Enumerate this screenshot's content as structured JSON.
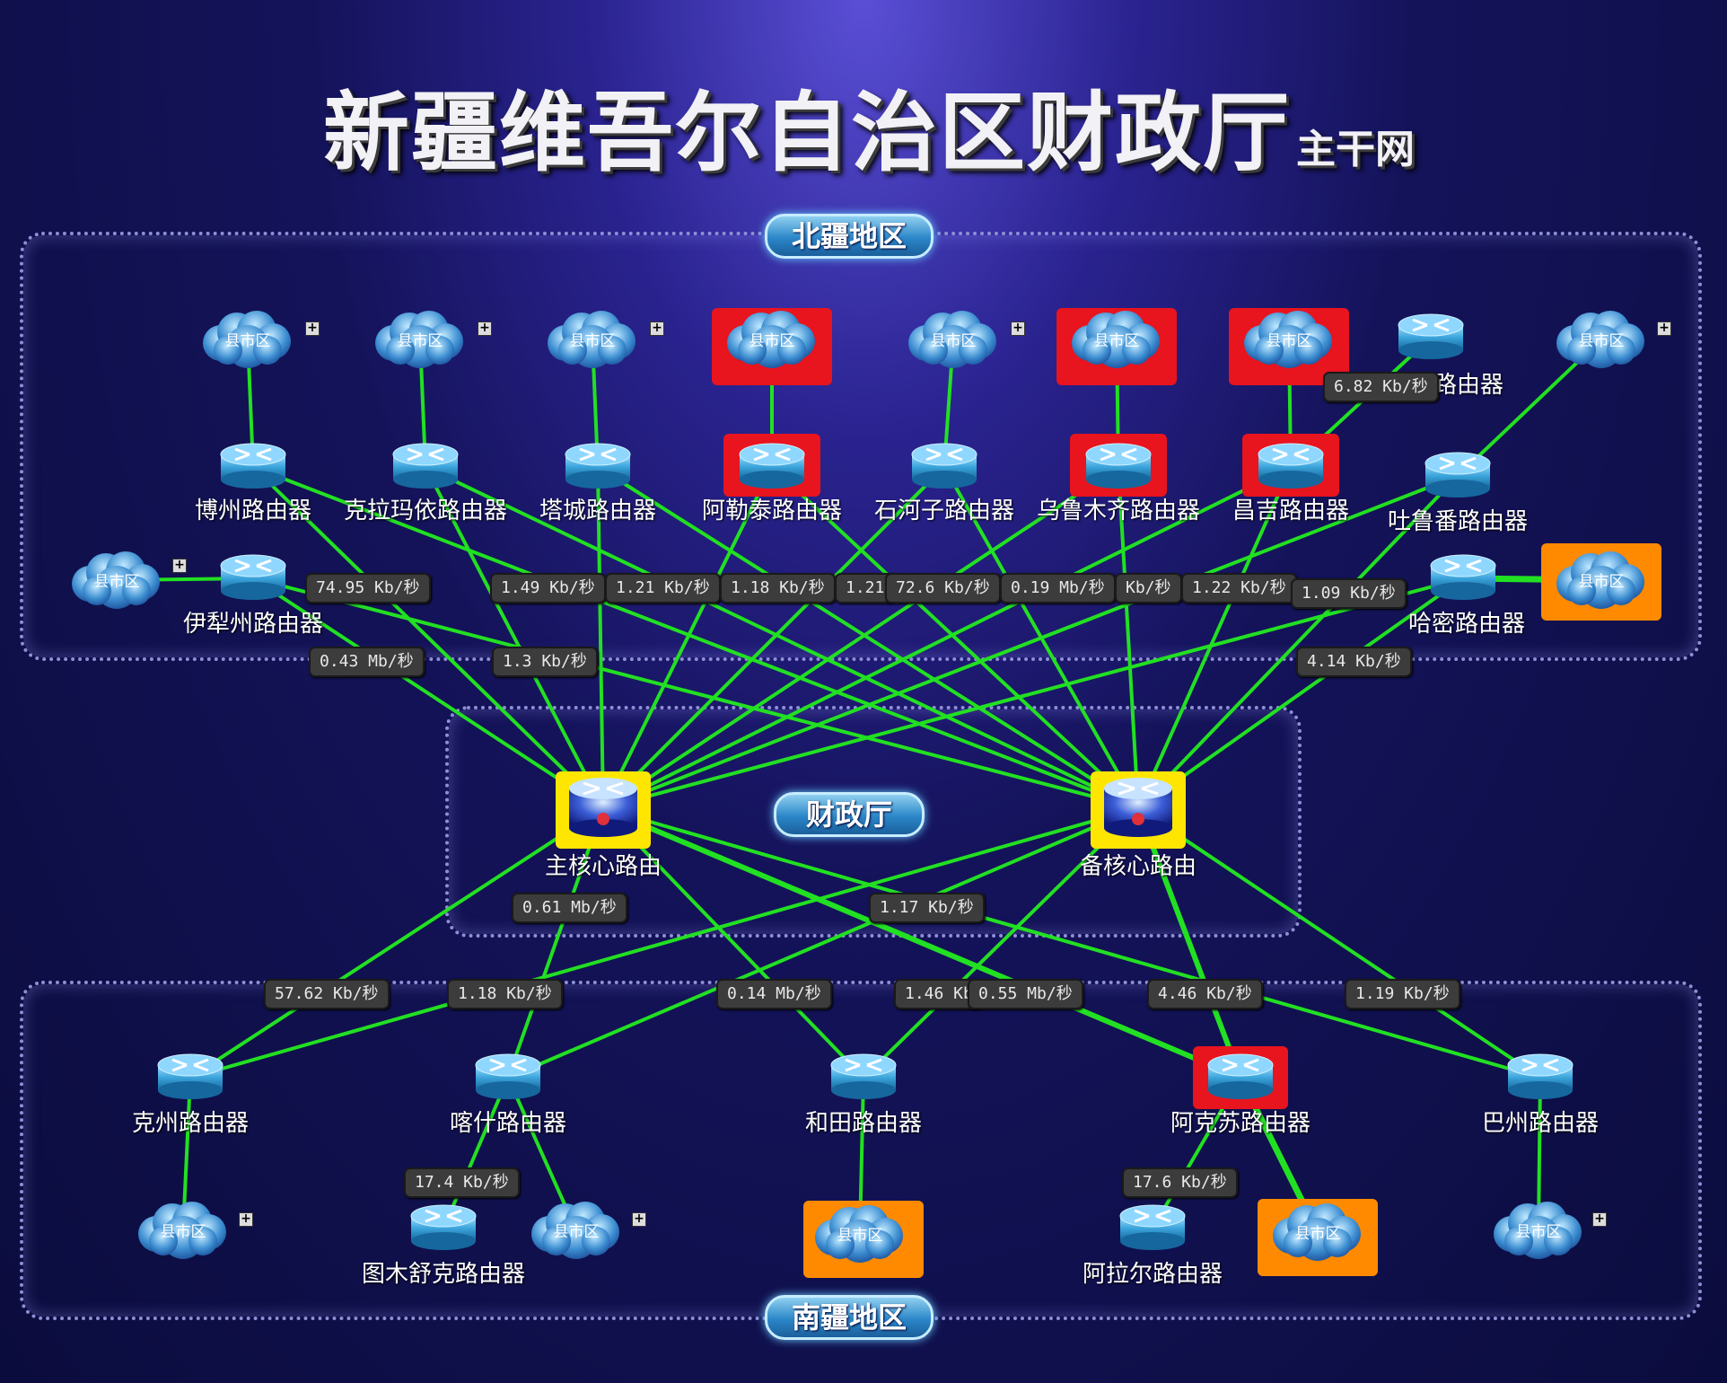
{
  "title": {
    "main": "新疆维吾尔自治区财政厅",
    "sub": "主干网"
  },
  "regions": {
    "north": "北疆地区",
    "center": "财政厅",
    "south": "南疆地区"
  },
  "colors": {
    "link": "#22e022",
    "alarm_red": "#e8141e",
    "warn_orange": "#ff8a00",
    "core_yellow": "#ffe600",
    "router_blue": "#3fa9d8"
  },
  "cloud_label": "县市区",
  "nodes": {
    "core_main": "主核心路由",
    "core_backup": "备核心路由",
    "bozhou": "博州路由器",
    "kelamayi": "克拉玛依路由器",
    "tacheng": "塔城路由器",
    "aletai": "阿勒泰路由器",
    "shihezi": "石河子路由器",
    "wulumuqi": "乌鲁木齐路由器",
    "changji": "昌吉路由器",
    "tulufan": "吐鲁番路由器",
    "yili": "伊犁州路由器",
    "hami": "哈密路由器",
    "top_right_router": "路由器",
    "kezhou": "克州路由器",
    "kashi": "喀什路由器",
    "hetian": "和田路由器",
    "akesu": "阿克苏路由器",
    "bazhou": "巴州路由器",
    "tumushuke": "图木舒克路由器",
    "alaer": "阿拉尔路由器"
  },
  "rates": [
    "6.82 Kb/秒",
    "74.95 Kb/秒",
    "1.49 Kb/秒",
    "1.21 Kb/秒",
    "1.18 Kb/秒",
    "1.21",
    "72.6 Kb/秒",
    "0.19 Mb/秒",
    "Kb/秒",
    "1.22 Kb/秒",
    "1.09 Kb/秒",
    "0.43 Mb/秒",
    "1.3 Kb/秒",
    "4.14 Kb/秒",
    "0.61 Mb/秒",
    "1.17 Kb/秒",
    "57.62 Kb/秒",
    "1.18 Kb/秒",
    "0.14 Mb/秒",
    "1.46 Kb",
    "0.55 Mb/秒",
    "4.46 Kb/秒",
    "1.19 Kb/秒",
    "17.4 Kb/秒",
    "17.6 Kb/秒"
  ]
}
